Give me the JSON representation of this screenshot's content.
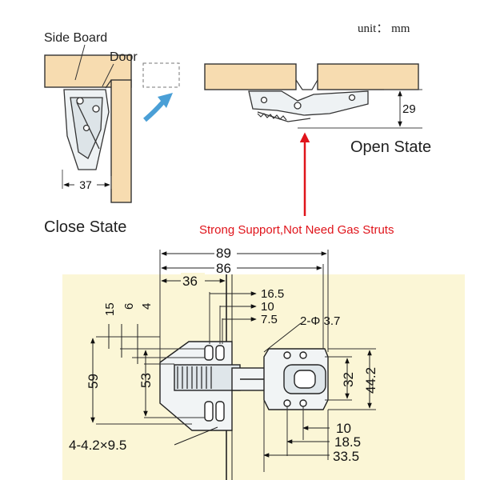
{
  "top_diagram": {
    "unit_label": "unit： mm",
    "side_board_label": "Side Board",
    "door_label": "Door",
    "close_width": "37",
    "open_height": "29",
    "close_state_label": "Close State",
    "open_state_label": "Open State",
    "callout_text": "Strong Support,Not Need Gas Struts",
    "callout_color": "#e0141b",
    "arrow_color": "#4a9fd6",
    "wood_color": "#f7dcb0"
  },
  "bottom_diagram": {
    "panel_color": "#fbf6d6",
    "dims": {
      "overall_89": "89",
      "overall_86": "86",
      "d36": "36",
      "d16_5": "16.5",
      "d10_top": "10",
      "d7_5": "7.5",
      "hole_spec": "2-Φ 3.7",
      "d15": "15",
      "d6": "6",
      "d4": "4",
      "d59": "59",
      "d53": "53",
      "d32": "32",
      "d44_2": "44.2",
      "d10_bottom": "10",
      "d18_5": "18.5",
      "d33_5": "33.5",
      "slot_spec": "4-4.2×9.5"
    }
  }
}
